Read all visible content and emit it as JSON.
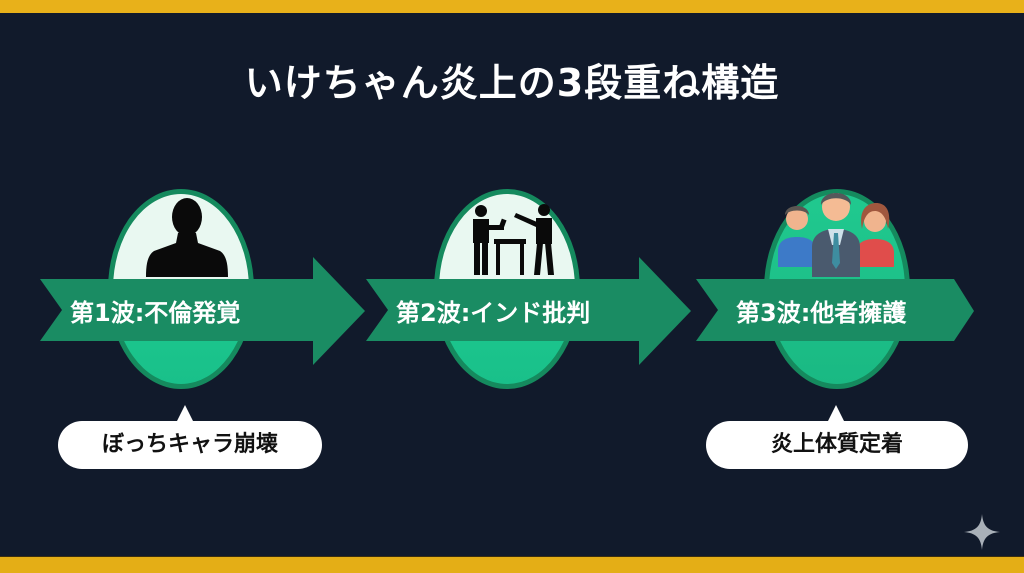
{
  "title": "いけちゃん炎上の3段重ね構造",
  "stages": [
    {
      "label": "第1波:不倫発覚",
      "icon": "person-silhouette-icon"
    },
    {
      "label": "第2波:インド批判",
      "icon": "two-people-pointing-icon"
    },
    {
      "label": "第3波:他者擁護",
      "icon": "group-of-people-icon"
    }
  ],
  "callouts": [
    {
      "text": "ぼっちキャラ崩壊",
      "stage": 1
    },
    {
      "text": "炎上体質定着",
      "stage": 3
    }
  ],
  "colors": {
    "background": "#111a2b",
    "accent_bar": "#e8b11a",
    "arrow_green": "#1a8c63",
    "oval_green": "#1ec98e",
    "oval_light": "#e9f8f1",
    "text_white": "#ffffff"
  },
  "decor": {
    "sparkle": "sparkle-icon"
  }
}
